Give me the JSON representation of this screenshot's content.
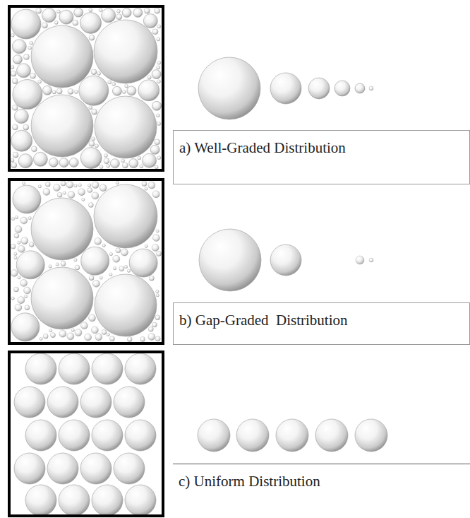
{
  "diagram": {
    "nodes": [
      {
        "text": [
          "a) Well-Graded Distribution"
        ]
      },
      {
        "text": [
          "b) Gap-Graded  Distribution"
        ]
      },
      {
        "text": [
          "c) Uniform Distribution"
        ]
      }
    ]
  }
}
